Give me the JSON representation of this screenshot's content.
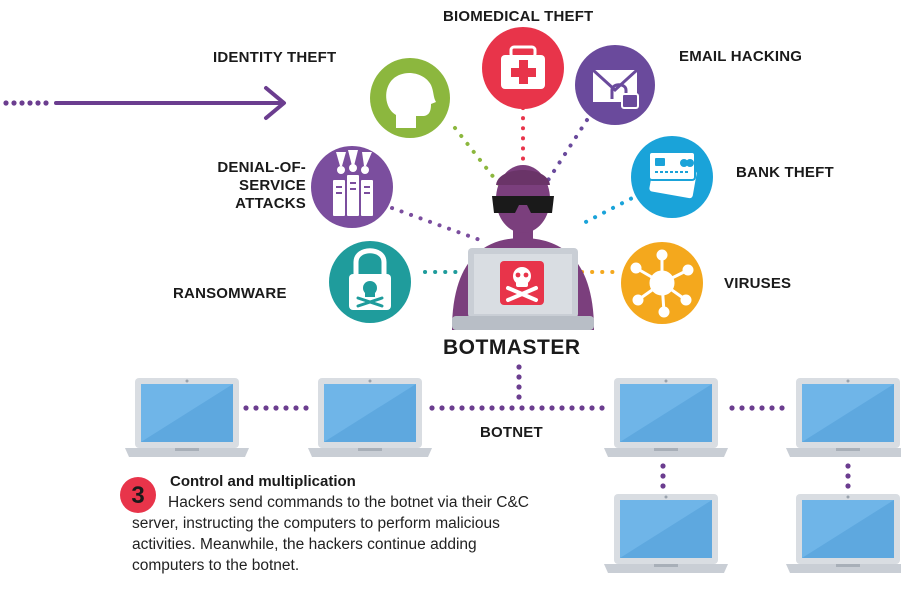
{
  "colors": {
    "arrow": "#6b3d8f",
    "identity": "#8cb73e",
    "biomedical": "#e8344a",
    "email": "#6a4a9c",
    "dos": "#7b4e9e",
    "bank": "#1aa3d9",
    "ransomware": "#1f9c9c",
    "viruses": "#f4a81d",
    "hacker": "#7b3f7d",
    "dots": "#6b3d8f",
    "laptop_screen": "#6fb5e8",
    "laptop_body": "#d9dde2"
  },
  "labels": {
    "biomedical": "BIOMEDICAL THEFT",
    "identity": "IDENTITY THEFT",
    "email": "EMAIL HACKING",
    "dos_line1": "DENIAL-OF-",
    "dos_line2": "SERVICE ATTACKS",
    "bank": "BANK THEFT",
    "ransomware": "RANSOMWARE",
    "viruses": "VIRUSES",
    "botmaster": "BOTMASTER",
    "botnet": "BOTNET"
  },
  "icons": {
    "identity": "head-silhouette-icon",
    "biomedical": "first-aid-kit-icon",
    "email": "locked-envelope-icon",
    "dos": "server-rack-icon",
    "bank": "credit-card-icon",
    "ransomware": "padlock-skull-icon",
    "viruses": "virus-icon",
    "laptop": "laptop-icon",
    "skull": "skull-crossbones-icon"
  },
  "step": {
    "number": "3",
    "title": "Control  and multiplication",
    "body": "Hackers send commands to the botnet via their C&C server, instructing the computers to perform malicious activities. Meanwhile, the hackers continue adding computers to the botnet."
  }
}
